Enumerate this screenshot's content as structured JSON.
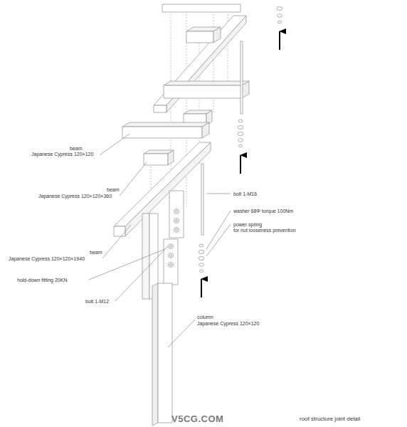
{
  "diagram": {
    "caption": "roof structure joint detail",
    "labels": [
      "beam",
      "Japanese Cypress 120×120",
      "beam",
      "Japanese Cypress 120×120×360",
      "beam",
      "Japanese Cypress 120×120×1940",
      "hold-down fitting 20KN",
      "bolt 1-M12",
      "bolt 1-M16",
      "washer 68Φ torque 100Nm",
      "power spring",
      "for nut looseness prevention",
      "column",
      "Japanese Cypress 120×120",
      "V5CG.COM"
    ]
  }
}
